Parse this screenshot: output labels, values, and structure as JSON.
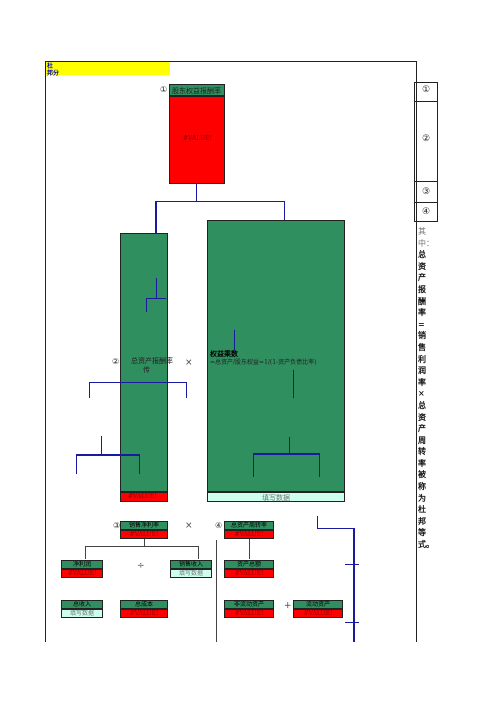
{
  "header": {
    "line1": "杜",
    "line2": "邦分"
  },
  "side_labels": [
    "①",
    "②",
    "③",
    "④"
  ],
  "side_text": {
    "gray": "其中：",
    "main": "总资产报酬率=销售利润率×总资产周转率被称为杜邦等式。"
  },
  "roe": {
    "marker": "①",
    "title": "股东权益报酬率",
    "value": "#VALUE!"
  },
  "roa": {
    "marker": "②",
    "title": "总资产报酬率",
    "value": "#VALUE!"
  },
  "multiplier": {
    "title": "权益乘数",
    "formula": "=总资产/股东权益=1/(1-资产负债比率)",
    "value": "填写数据"
  },
  "operators": {
    "times1": "×",
    "times2": "×",
    "divide": "÷",
    "plus": "+"
  },
  "margin": {
    "marker": "③",
    "title": "销售净利率",
    "value": "#VALUE!"
  },
  "turnover": {
    "marker": "④",
    "title": "总资产周转率",
    "value": "#VALUE!"
  },
  "net_profit": {
    "title": "净利润",
    "value": "#VALUE!"
  },
  "sales": {
    "title": "销售收入",
    "value": "填写数据"
  },
  "total_assets": {
    "title": "资产总额",
    "value": "#VALUE!"
  },
  "total_revenue": {
    "title": "总收入",
    "value": "填写数据"
  },
  "total_cost": {
    "title": "总成本",
    "value": "#VALUE!"
  },
  "noncurrent": {
    "title": "非流动资产",
    "value": "#VALUE!"
  },
  "current": {
    "title": "流动资产",
    "value": "#VALUE!"
  }
}
